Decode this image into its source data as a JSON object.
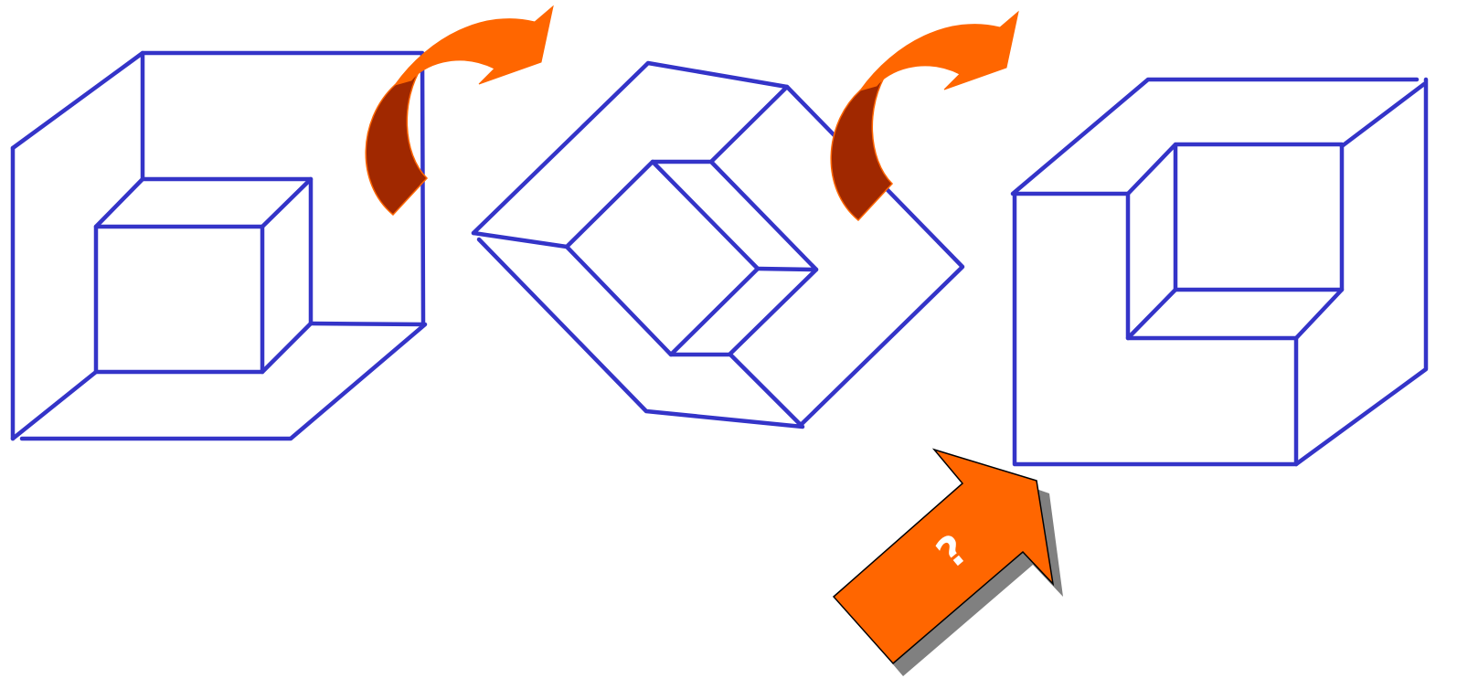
{
  "diagram": {
    "figures": [
      {
        "id": "figure-1"
      },
      {
        "id": "figure-2"
      },
      {
        "id": "figure-3"
      }
    ],
    "question_arrow": {
      "label": "?"
    },
    "colors": {
      "edge": "#3434c8",
      "arrow_orange": "#ff6600",
      "arrow_dark": "#a02800",
      "shadow": "#808080",
      "label": "#ffffff",
      "background": "#ffffff"
    }
  }
}
